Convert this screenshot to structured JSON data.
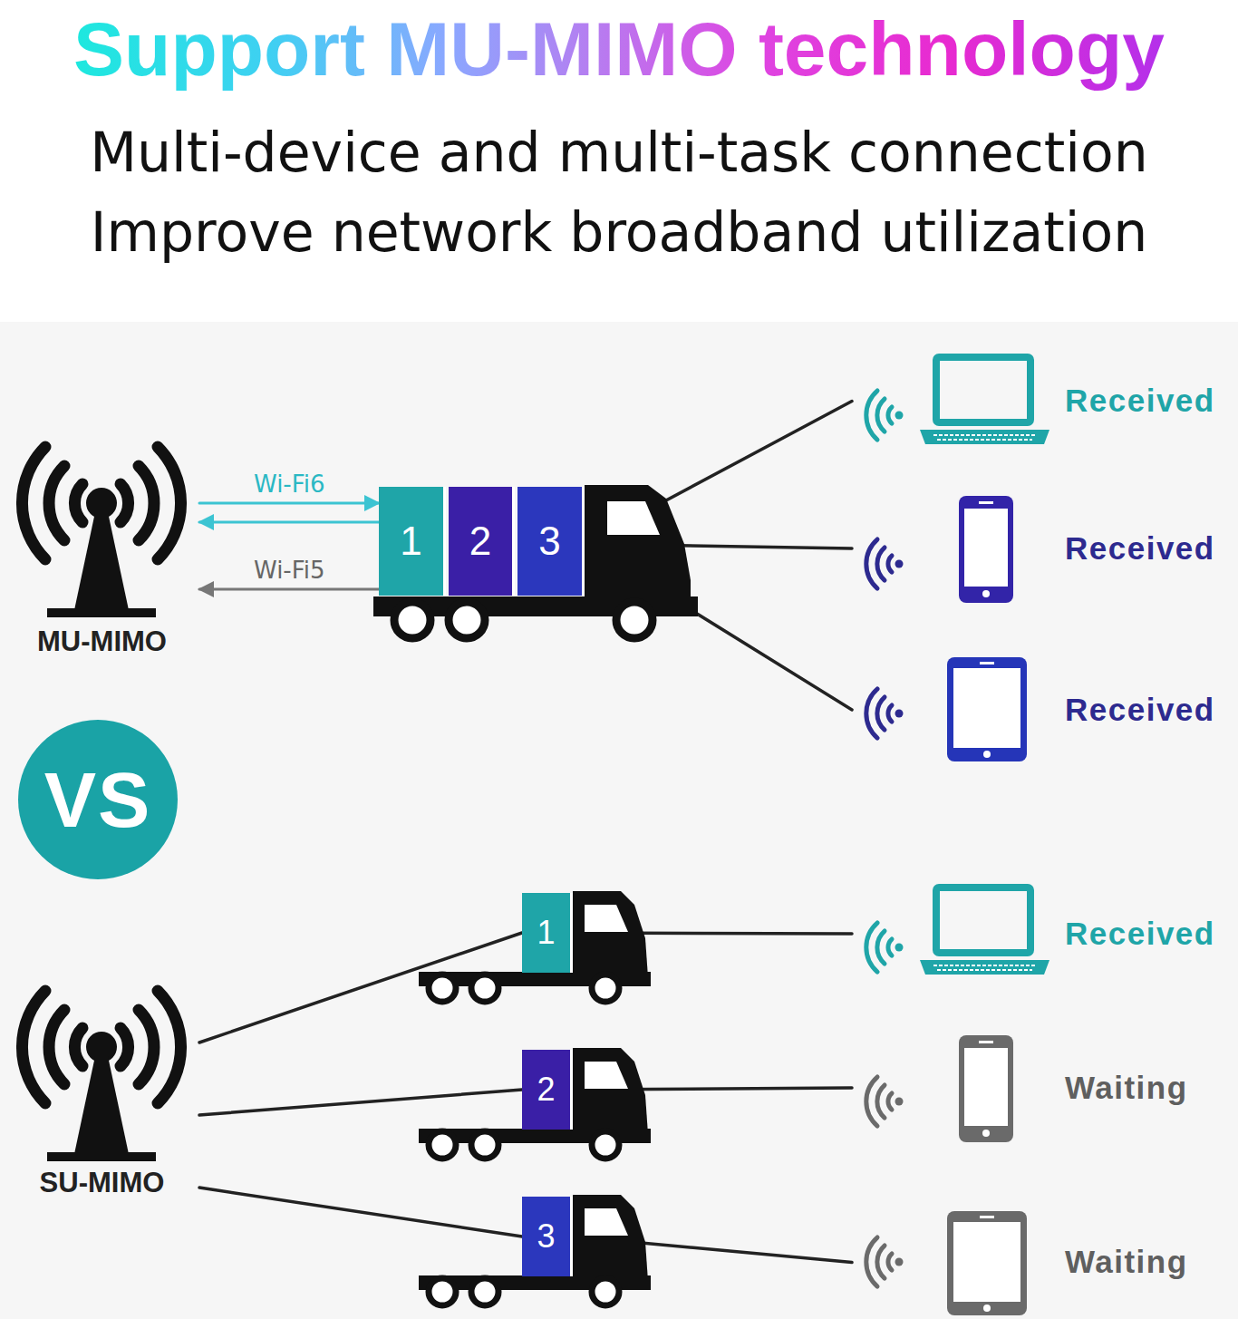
{
  "diagram": {
    "title": "Support MU-MIMO technology",
    "nodes": [
      {
        "text": [
          "MU-MIMO"
        ]
      },
      {
        "text": [
          "1"
        ]
      },
      {
        "text": [
          "2"
        ]
      },
      {
        "text": [
          "3"
        ]
      },
      {
        "text": [
          "Received"
        ]
      },
      {
        "text": [
          "Received"
        ]
      },
      {
        "text": [
          "Received"
        ]
      },
      {
        "text": [
          "VS"
        ]
      },
      {
        "text": [
          "SU-MIMO"
        ]
      },
      {
        "text": [
          "1"
        ]
      },
      {
        "text": [
          "2"
        ]
      },
      {
        "text": [
          "3"
        ]
      },
      {
        "text": [
          "Received"
        ]
      },
      {
        "text": [
          "Waiting"
        ]
      },
      {
        "text": [
          "Waiting"
        ]
      }
    ],
    "edges": [
      {
        "from": 0,
        "to": 1,
        "arrow": "both",
        "label": "Wi-Fi6"
      },
      {
        "from": 1,
        "to": 0,
        "arrow": "to",
        "label": "Wi-Fi5"
      },
      {
        "from": 3,
        "to": 4,
        "arrow": "none"
      },
      {
        "from": 3,
        "to": 5,
        "arrow": "none"
      },
      {
        "from": 3,
        "to": 6,
        "arrow": "none"
      },
      {
        "from": 8,
        "to": 9,
        "arrow": "none"
      },
      {
        "from": 8,
        "to": 10,
        "arrow": "none"
      },
      {
        "from": 8,
        "to": 11,
        "arrow": "none"
      },
      {
        "from": 9,
        "to": 12,
        "arrow": "none"
      },
      {
        "from": 10,
        "to": 13,
        "arrow": "none"
      },
      {
        "from": 11,
        "to": 14,
        "arrow": "none"
      }
    ],
    "labels": [
      "Multi-device and multi-task connection",
      "Improve network broadband utilization"
    ]
  }
}
